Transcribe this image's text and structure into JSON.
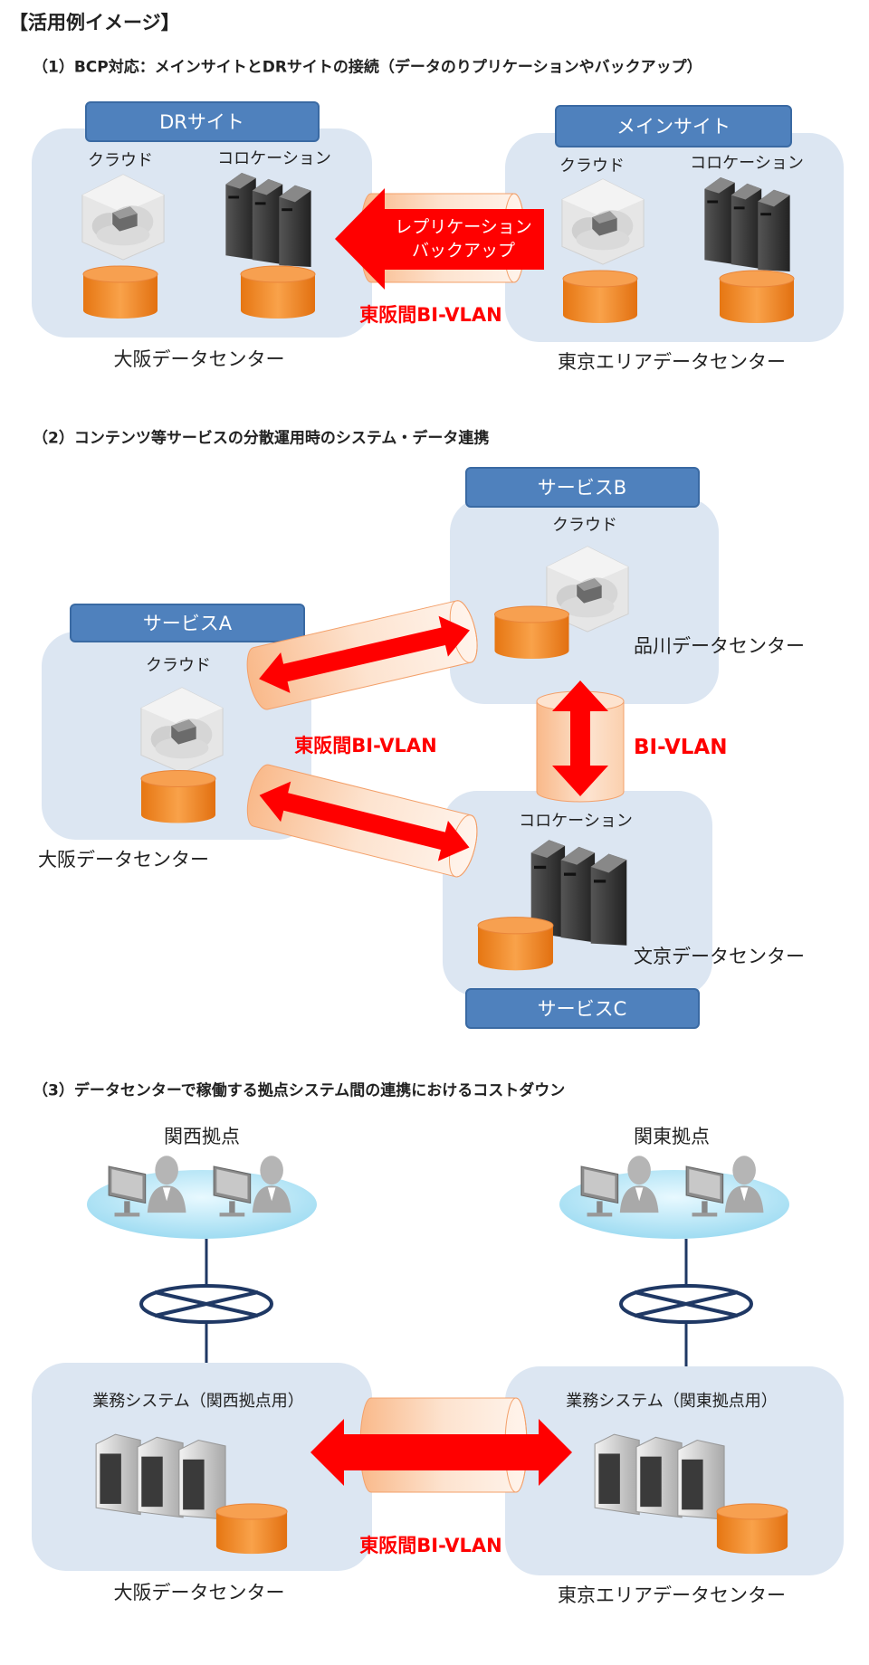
{
  "title": "【活用例イメージ】",
  "colors": {
    "label_blue": "#4f81bd",
    "box_bg": "#dce6f2",
    "red": "#ff0000",
    "db_orange": "#f08a24",
    "pipe": "#fbd3b5"
  },
  "section1": {
    "heading": "（1）BCP対応：メインサイトとDRサイトの接続（データのりプリケーションやバックアップ）",
    "left_site_label": "DRサイト",
    "right_site_label": "メインサイト",
    "cloud": "クラウド",
    "colocation": "コロケーション",
    "arrow_line1": "レプリケーション",
    "arrow_line2": "バックアップ",
    "link_label": "東阪間BI-VLAN",
    "left_dc": "大阪データセンター",
    "right_dc": "東京エリアデータセンター"
  },
  "section2": {
    "heading": "（2）コンテンツ等サービスの分散運用時のシステム・データ連携",
    "service_a": "サービスA",
    "service_b": "サービスB",
    "service_c": "サービスC",
    "cloud_a": "クラウド",
    "cloud_b": "クラウド",
    "colocation_c": "コロケーション",
    "dc_a": "大阪データセンター",
    "dc_b": "品川データセンター",
    "dc_c": "文京データセンター",
    "link_osaka": "東阪間BI-VLAN",
    "link_local": "BI-VLAN"
  },
  "section3": {
    "heading": "（3）データセンターで稼働する拠点システム間の連携におけるコストダウン",
    "left_site": "関西拠点",
    "right_site": "関東拠点",
    "left_system": "業務システム（関西拠点用）",
    "right_system": "業務システム（関東拠点用）",
    "link_label": "東阪間BI-VLAN",
    "left_dc": "大阪データセンター",
    "right_dc": "東京エリアデータセンター"
  }
}
